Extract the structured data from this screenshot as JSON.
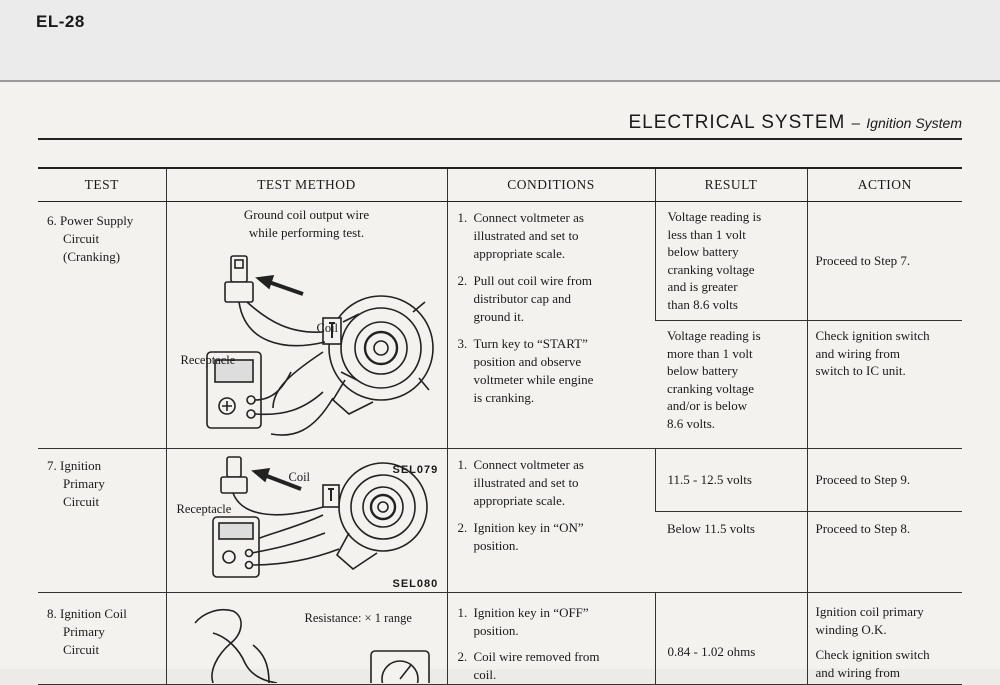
{
  "page": {
    "number": "EL-28",
    "section_title": "ELECTRICAL SYSTEM",
    "section_dash": "–",
    "section_subtitle": "Ignition System"
  },
  "table": {
    "headers": [
      "TEST",
      "TEST METHOD",
      "CONDITIONS",
      "RESULT",
      "ACTION"
    ],
    "rows": [
      {
        "test": [
          "6. Power Supply",
          "Circuit",
          "(Cranking)"
        ],
        "method": {
          "text": [
            "Ground coil output wire",
            "while performing test."
          ],
          "coil_label": "Coil",
          "receptacle_label": "Receptacle",
          "figure_code": "SEL079"
        },
        "conditions": [
          {
            "num": "1.",
            "text": [
              "Connect voltmeter as",
              "illustrated and set to",
              "appropriate scale."
            ]
          },
          {
            "num": "2.",
            "text": [
              "Pull out coil wire from",
              "distributor cap and",
              "ground it."
            ]
          },
          {
            "num": "3.",
            "text": [
              "Turn key to “START”",
              "position and observe",
              "voltmeter while engine",
              "is cranking."
            ]
          }
        ],
        "results": [
          {
            "text": [
              "Voltage reading is",
              "less than 1 volt",
              "below battery",
              "cranking voltage",
              "and is greater",
              "than 8.6 volts"
            ],
            "action": [
              "Proceed to Step 7."
            ]
          },
          {
            "text": [
              "Voltage reading is",
              "more than 1 volt",
              "below battery",
              "cranking voltage",
              "and/or is below",
              "8.6 volts."
            ],
            "action": [
              "Check ignition switch",
              "and wiring from",
              "switch to IC unit."
            ]
          }
        ]
      },
      {
        "test": [
          "7. Ignition",
          "Primary",
          "Circuit"
        ],
        "method": {
          "coil_label": "Coil",
          "receptacle_label": "Receptacle",
          "figure_code": "SEL080"
        },
        "conditions": [
          {
            "num": "1.",
            "text": [
              "Connect voltmeter as",
              "illustrated and set to",
              "appropriate scale."
            ]
          },
          {
            "num": "2.",
            "text": [
              "Ignition key in “ON”",
              "position."
            ]
          }
        ],
        "results": [
          {
            "text": [
              "11.5 - 12.5 volts"
            ],
            "action": [
              "Proceed to Step 9."
            ]
          },
          {
            "text": [
              "Below 11.5 volts"
            ],
            "action": [
              "Proceed to Step 8."
            ]
          }
        ]
      },
      {
        "test": [
          "8. Ignition Coil",
          "Primary",
          "Circuit"
        ],
        "method": {
          "resistance_label": "Resistance:  × 1 range"
        },
        "conditions": [
          {
            "num": "1.",
            "text": [
              "Ignition key in “OFF”",
              "position."
            ]
          },
          {
            "num": "2.",
            "text": [
              "Coil wire removed from",
              "coil."
            ]
          }
        ],
        "results": [
          {
            "text": [
              "0.84 - 1.02 ohms"
            ],
            "action": [
              "Ignition coil primary",
              "winding O.K."
            ]
          },
          {
            "text": [
              ""
            ],
            "action": [
              "Check ignition switch",
              "and wiring from"
            ]
          }
        ]
      }
    ]
  }
}
